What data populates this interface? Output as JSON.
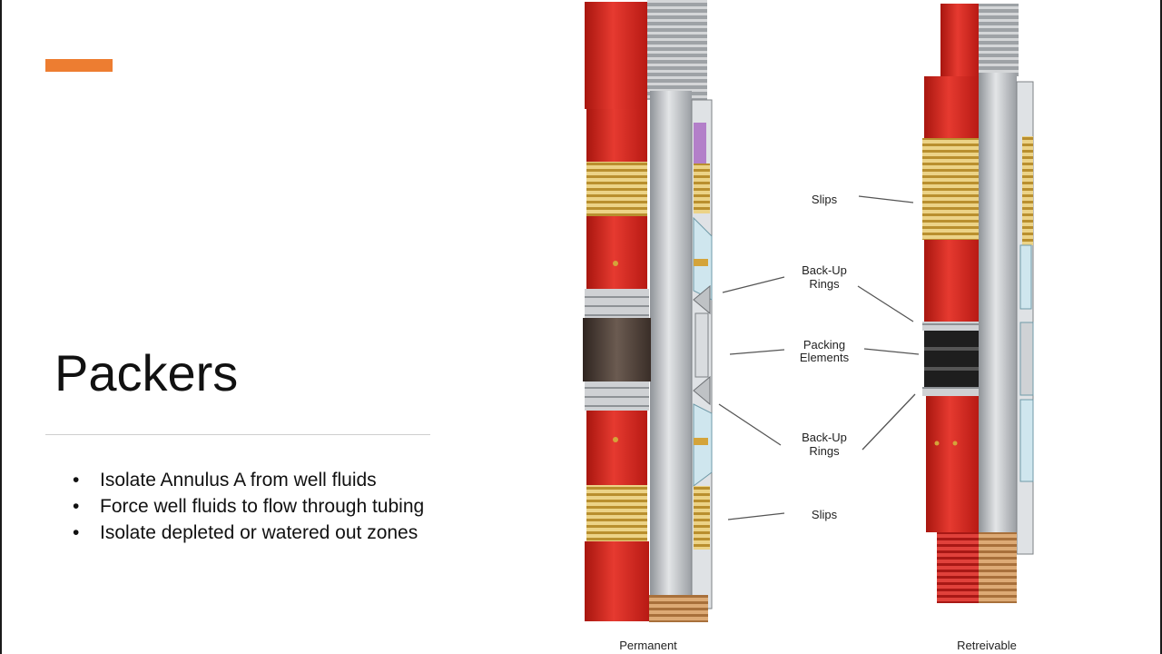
{
  "slide": {
    "title": "Packers",
    "accent_color": "#ED7D31",
    "bullets": [
      "Isolate Annulus A from well fluids",
      "Force well fluids to flow through tubing",
      "Isolate depleted or watered out zones"
    ]
  },
  "figure": {
    "labels": {
      "slips_top": "Slips",
      "backup_top_line1": "Back-Up",
      "backup_top_line2": "Rings",
      "packing_line1": "Packing",
      "packing_line2": "Elements",
      "backup_bottom_line1": "Back-Up",
      "backup_bottom_line2": "Rings",
      "slips_bottom": "Slips"
    },
    "captions": {
      "left": "Permanent",
      "right": "Retreivable"
    },
    "colors": {
      "body_red": "#D7231F",
      "slip_gold": "#E2BF63",
      "mandrel_gray": "#B9BCC0",
      "element_black": "#1E1E1E",
      "element_brown": "#4A3B33",
      "cutaway_blue": "#CFE6EE",
      "sub_bronze": "#C9925A"
    }
  }
}
